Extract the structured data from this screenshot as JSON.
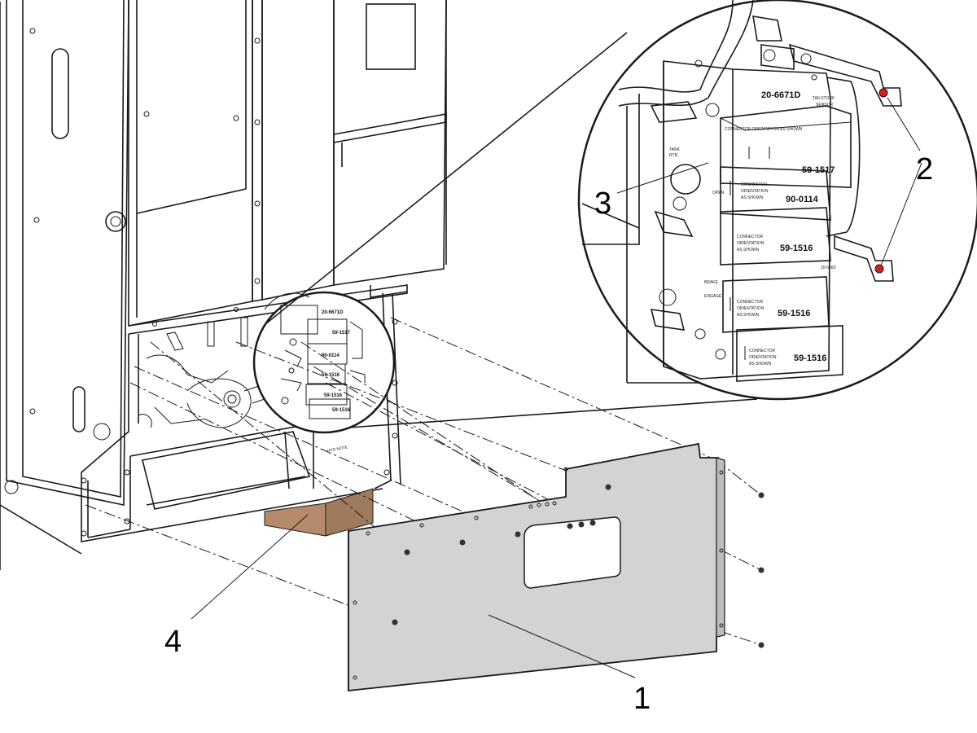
{
  "callouts": [
    {
      "id": "1",
      "label": "1"
    },
    {
      "id": "2",
      "label": "2"
    },
    {
      "id": "3",
      "label": "3"
    },
    {
      "id": "4",
      "label": "4"
    }
  ],
  "detail_labels": {
    "block_top": "20-6671D",
    "tailstock": "TAILSTOCK",
    "sensor": "SENSOR",
    "tank": "TANK",
    "tank_sub": "RTN",
    "open": "OPEN",
    "brake": "BRAKE",
    "engage": "ENGAGE",
    "block_right": "20-0669",
    "connector_note": "CONNECTOR ORIENTATION AS SHOWN",
    "connector_line1": "CONNECTOR",
    "connector_line2": "ORIENTATION",
    "connector_line3": "AS SHOWN",
    "solenoid_1": "59-1517",
    "solenoid_2": "90-0114",
    "solenoid_3": "59-1516",
    "solenoid_4": "59-1516",
    "solenoid_5": "59-1516"
  },
  "small_detail_labels": {
    "block_top": "20-6671D",
    "solenoid_1": "59-1517",
    "solenoid_2": "90-0114",
    "solenoid_3": "59-1516",
    "solenoid_4": "59-1516",
    "solenoid_5": "59-1516"
  },
  "colors": {
    "panel_fill": "#d3d3d3",
    "box_fill": "#b48a6a",
    "fastener_red": "#d81e1e",
    "line": "#1a1a1a"
  }
}
